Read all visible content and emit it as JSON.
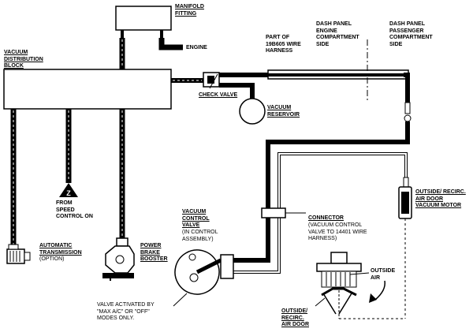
{
  "labels": {
    "manifold_fitting": "MANIFOLD\nFITTING",
    "engine": "ENGINE",
    "vacuum_distribution_block": "VACUUM\nDISTRIBUTION\nBLOCK",
    "part_of_wire_harness": "PART OF\n19B605 WIRE\nHARNESS",
    "dash_panel_engine": "DASH PANEL\nENGINE\nCOMPARTMENT\nSIDE",
    "dash_panel_passenger": "DASH PANEL\nPASSENGER\nCOMPARTMENT\nSIDE",
    "check_valve": "CHECK VALVE",
    "vacuum_reservoir": "VACUUM\nRESERVOIR",
    "from_speed_control": "FROM\nSPEED\nCONTROL ON",
    "speed_control_marker": "Z",
    "vacuum_control_valve": "VACUUM\nCONTROL\nVALVE",
    "in_control_assembly": "(IN CONTROL\nASSEMBLY)",
    "connector": "CONNECTOR",
    "connector_note": "(VACUUM CONTROL\nVALVE TO 14401 WIRE\nHARNESS)",
    "outside_recirc_motor": "OUTSIDE/ RECIRC.\nAIR DOOR\nVACUUM MOTOR",
    "automatic_transmission": "AUTOMATIC\nTRANSMISSION",
    "option": "(OPTION)",
    "power_brake_booster": "POWER\nBRAKE\nBOOSTER",
    "outside_air": "OUTSIDE\nAIR",
    "valve_activated_note": "VALVE ACTIVATED BY\n\"MAX A/C\" OR \"OFF\"\nMODES ONLY.",
    "outside_recirc_door": "OUTSIDE/\nRECIRC.\nAIR DOOR"
  }
}
